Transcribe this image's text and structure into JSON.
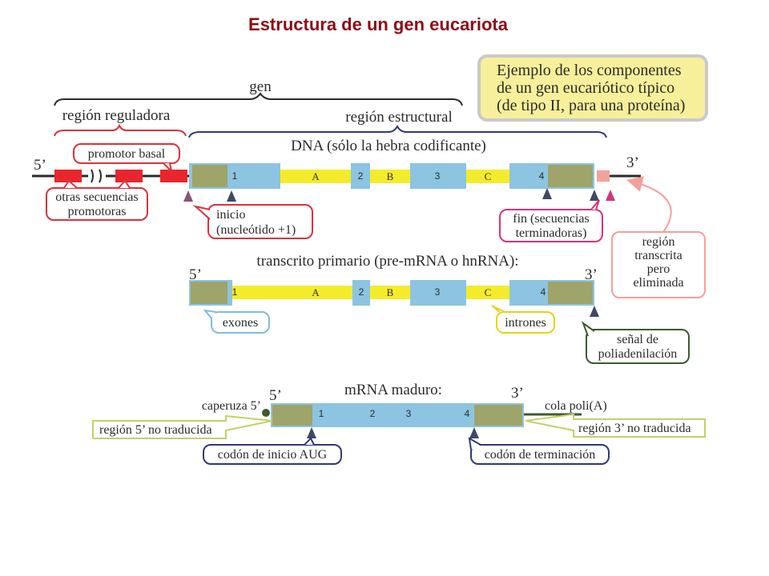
{
  "title": "Estructura de un gen eucariota",
  "info_box": {
    "line1": "Ejemplo de los componentes",
    "line2": "de un gen eucariótico típico",
    "line3": "(de tipo II, para una proteína)",
    "bg_color": "#f7ef9a",
    "border_color": "#c9c9c9"
  },
  "regions": {
    "gen": "gen",
    "reguladora": "región reguladora",
    "estructural": "región estructural"
  },
  "dna": {
    "heading": "DNA (sólo la hebra codificante)",
    "five": "5’",
    "three": "3’",
    "exons": [
      "1",
      "2",
      "3",
      "4"
    ],
    "introns": [
      "A",
      "B",
      "C"
    ],
    "promotor_basal": "promotor basal",
    "otras_1": "otras secuencias",
    "otras_2": "promotoras",
    "inicio_1": "inicio",
    "inicio_2": "(nucleótido +1)",
    "fin_1": "fin (secuencias",
    "fin_2": "terminadoras)",
    "region_1": "región",
    "region_2": "transcrita",
    "region_3": "pero",
    "region_4": "eliminada"
  },
  "pre_mrna": {
    "heading": "transcrito primario (pre-mRNA o hnRNA):",
    "five": "5’",
    "three": "3’",
    "exons": [
      "1",
      "2",
      "3",
      "4"
    ],
    "introns": [
      "A",
      "B",
      "C"
    ],
    "exones": "exones",
    "intrones": "intrones",
    "senal_1": "señal de",
    "senal_2": "poliadenilación"
  },
  "mrna": {
    "heading": "mRNA maduro:",
    "five": "5’",
    "three": "3’",
    "exons": [
      "1",
      "2",
      "3",
      "4"
    ],
    "caperuza": "caperuza 5’",
    "cola": "cola poli(A)",
    "utr5": "región 5’ no traducida",
    "utr3": "región 3’ no traducida",
    "codon_inicio": "codón de inicio AUG",
    "codon_term": "codón de terminación"
  },
  "colors": {
    "exon": "#8cc4e2",
    "utr": "#9fa46a",
    "intron": "#f4ec2a",
    "promoter": "#e8262e",
    "pink": "#f4a09a",
    "red_bubble": "#d8343c",
    "magenta_bubble": "#d6337d",
    "blue_bubble": "#7fbde0",
    "yellow_bubble": "#e8d21e",
    "navy_bubble": "#2f3a78",
    "green_bubble": "#3f5a30",
    "brace_navy": "#2e3c7a"
  }
}
